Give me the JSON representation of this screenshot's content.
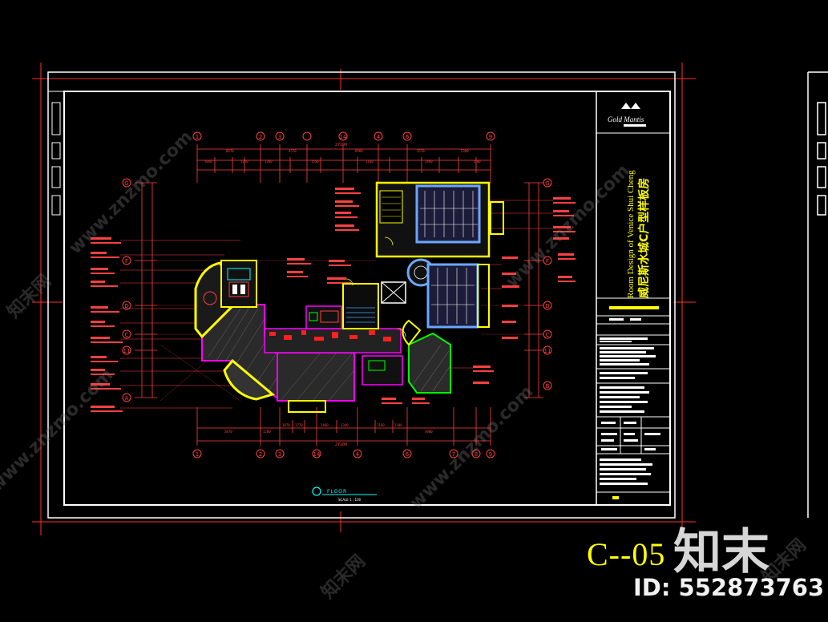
{
  "drawing": {
    "sheet_number": "C--05",
    "floor_label": "FLOOR",
    "scale_label": "SCALE 1 : 100",
    "title_block": {
      "brand": "Gold Mantis",
      "title_en": "Room Design of Venice Shui Cheng",
      "title_cn": "威尼斯水城C户型样板房"
    },
    "grid_columns_top": [
      "1",
      "2",
      "3",
      "14",
      "4",
      "6",
      "9"
    ],
    "grid_columns_bottom": [
      "1",
      "2",
      "3",
      "14",
      "4",
      "6",
      "7",
      "8",
      "9"
    ],
    "grid_rows_left": [
      "G",
      "F",
      "D",
      "C",
      "11",
      "A"
    ],
    "grid_rows_right": [
      "G",
      "F",
      "D",
      "C",
      "11",
      "B"
    ],
    "overall_dim_top": "27100",
    "overall_dim_bottom": "27100"
  },
  "watermark": {
    "logo_text": "知末",
    "id_text": "ID: 552873763",
    "diagonal_text": "www.znzmo.com"
  },
  "colors": {
    "background": "#000000",
    "frame": "#ffffff",
    "frame_red": "#ff3030",
    "wall": "#ff00ff",
    "accent": "#ffff00",
    "cyan": "#00ffff",
    "green": "#00ff00",
    "dimension": "#ff4040"
  }
}
